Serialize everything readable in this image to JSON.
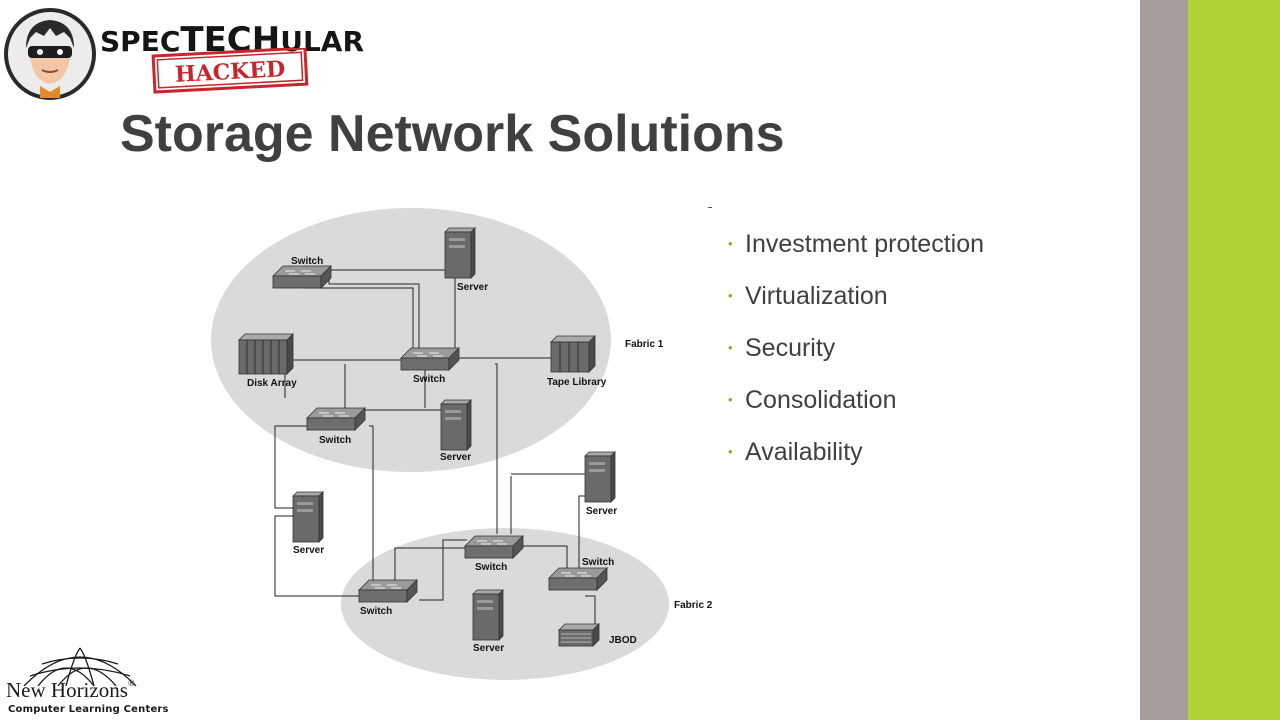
{
  "brand": {
    "wordmark_left": "SPEC",
    "wordmark_mid": "TECH",
    "wordmark_right": "ULAR",
    "stamp_text": "HACKED",
    "stamp_color": "#c8262c"
  },
  "slide": {
    "title": "Storage Network Solutions",
    "bullets": [
      "Investment protection",
      "Virtualization",
      "Security",
      "Consolidation",
      "Availability"
    ],
    "bullet_color": "#8aaa1e",
    "title_color": "#404040"
  },
  "diagram": {
    "fabric1_label": "Fabric 1",
    "fabric2_label": "Fabric 2",
    "labels": {
      "switch_top": "Switch",
      "server_top": "Server",
      "disk_array": "Disk Array",
      "switch_mid": "Switch",
      "tape_library": "Tape Library",
      "switch_lower": "Switch",
      "server_mid": "Server",
      "server_right": "Server",
      "server_left": "Server",
      "switch_f2_center": "Switch",
      "switch_f2_right": "Switch",
      "switch_f2_left": "Switch",
      "server_bottom": "Server",
      "jbod": "JBOD"
    }
  },
  "footer": {
    "logo_name": "New Horizons",
    "logo_reg": "®",
    "logo_sub": "Computer Learning Centers"
  },
  "colors": {
    "gray_bar": "#a49d9b",
    "green_bar": "#b1d235",
    "ellipse": "#dadada"
  }
}
